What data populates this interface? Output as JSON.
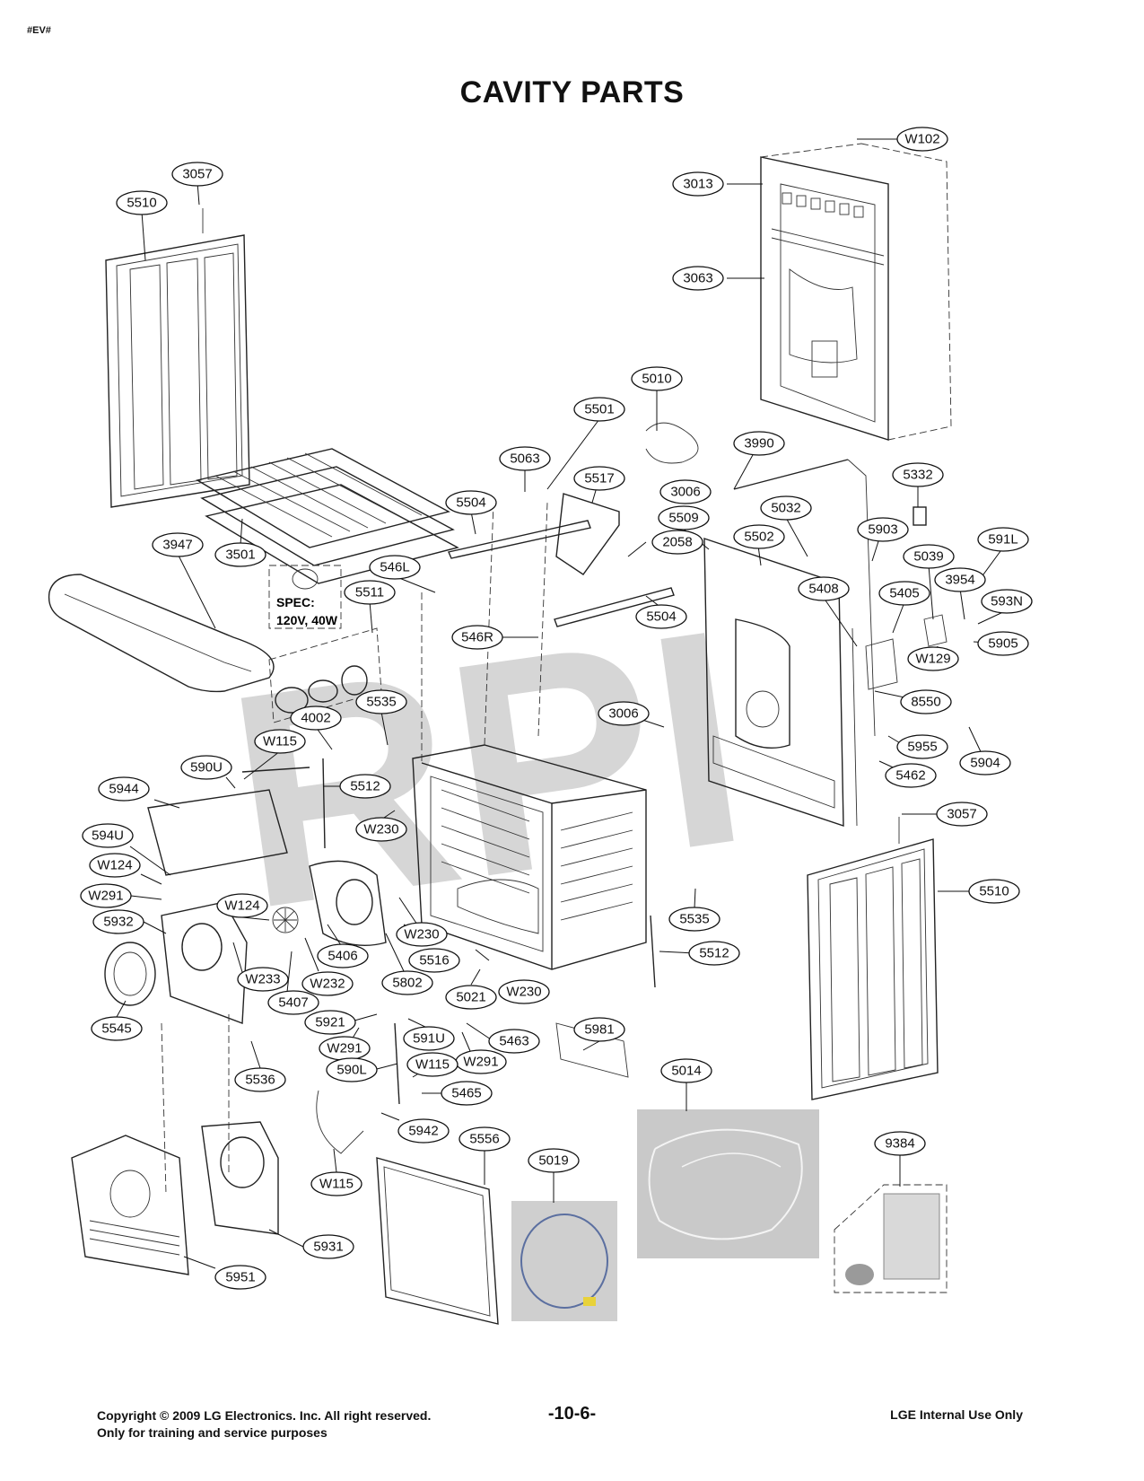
{
  "header": {
    "tag": "#EV#",
    "title": "CAVITY PARTS"
  },
  "spec": {
    "line1": "SPEC:",
    "line2": "120V, 40W"
  },
  "footer": {
    "copyright": "Copyright © 2009 LG Electronics. Inc. All right reserved.",
    "training": "Only for training and service purposes",
    "page": "-10-6-",
    "internal": "LGE Internal Use Only"
  },
  "labels": [
    "W102",
    "3013",
    "3063",
    "3057",
    "5510",
    "5010",
    "5501",
    "3990",
    "5063",
    "5517",
    "3006",
    "5332",
    "5032",
    "5504",
    "5509",
    "2058",
    "5903",
    "591L",
    "5039",
    "3954",
    "5502",
    "3947",
    "3501",
    "546L",
    "5511",
    "5408",
    "5405",
    "593N",
    "5504",
    "W129",
    "5905",
    "546R",
    "8550",
    "5535",
    "4002",
    "3006",
    "W115",
    "5955",
    "5904",
    "5512",
    "5462",
    "590U",
    "5944",
    "W230",
    "3057",
    "594U",
    "5510",
    "W124",
    "W291",
    "W124",
    "5535",
    "5932",
    "W230",
    "5512",
    "5406",
    "5516",
    "W233",
    "W232",
    "5802",
    "W230",
    "5021",
    "5407",
    "5545",
    "5921",
    "591U",
    "5463",
    "5981",
    "W291",
    "W291",
    "W115",
    "5014",
    "590L",
    "5465",
    "5536",
    "5942",
    "5556",
    "9384",
    "5019",
    "W115",
    "5931",
    "5951"
  ]
}
